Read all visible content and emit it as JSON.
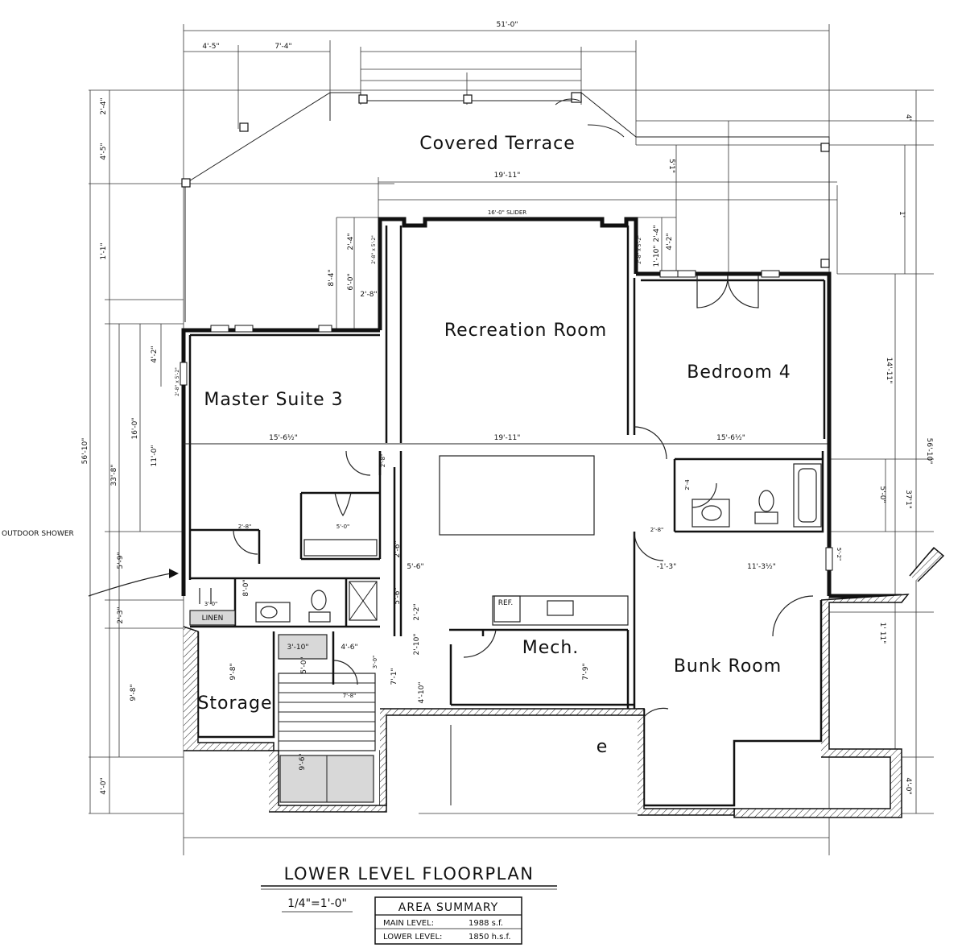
{
  "rooms": {
    "covered_terrace": "Covered Terrace",
    "recreation_room": "Recreation Room",
    "bedroom_4": "Bedroom 4",
    "master_suite_3": "Master Suite 3",
    "mech": "Mech.",
    "bunk_room": "Bunk Room",
    "storage": "Storage",
    "linen": "LINEN",
    "ref": "REF.",
    "outdoor_shower": "OUTDOOR SHOWER",
    "slider": "16'-0\" SLIDER",
    "mark_e": "e"
  },
  "dimensions": {
    "overall_width": "51'-0\"",
    "top_a": "4'-5\"",
    "top_b": "7'-4\"",
    "span_19_11_top": "19'-11\"",
    "span_19_11_mid": "19'-11\"",
    "span_15_6_left": "15'-6½\"",
    "span_15_6_right": "15'-6½\"",
    "overall_depth_left": "56'-10\"",
    "overall_depth_right": "56'-10\"",
    "left_2_4": "2'-4\"",
    "left_4_5": "4'-5\"",
    "left_1_1": "1'-1\"",
    "left_33_8": "33'-8\"",
    "left_16_0": "16'-0\"",
    "left_11_0": "11'-0\"",
    "left_4_2": "4'-2\"",
    "left_5_9": "5'-9\"",
    "left_2_3": "2'-3\"",
    "left_9_8": "9'-8\"",
    "left_4_0": "4'-0\"",
    "right_4": "4'",
    "right_5_1": "5'1\"",
    "right_1": "1'",
    "right_14_11": "14'-11\"",
    "right_5_0": "5'-0\"",
    "right_37_1": "37'1\"",
    "right_1_11": "1' 11\"",
    "right_4_0": "4'-0\"",
    "win_2_4a": "2'-4\"",
    "win_2_4b": "2'-4\"",
    "win_8_4": "8'-4\"",
    "win_6_0": "6'-0\"",
    "win_2_8": "2'-8\"",
    "win_1_10": "1'-10\"",
    "win_4_2": "4'-2\"",
    "win_label_left": "2'-8\" x 5'-2\"",
    "win_label_right": "2'-8\" x 5'-2\"",
    "win_label_master": "2'-8\" x 5'-2\"",
    "d_2_8a": "2'-8\"",
    "d_5_0a": "5'-0\"",
    "d_2_6": "2'-6\"",
    "d_5_6a": "5'-6\"",
    "d_5_6b": "5'-6\"",
    "d_2_2": "2'-2\"",
    "d_2_10": "2'-10\"",
    "d_4_10": "4'-10\"",
    "d_7_1": "7'-1\"",
    "d_8_0": "8'-0\"",
    "d_3_0": "3'-0\"",
    "d_3_10": "3'-10\"",
    "d_4_6": "4'-6\"",
    "d_5_0b": "5'-0\"",
    "d_9_8": "9'-8\"",
    "d_7_8": "7'-8\"",
    "d_9_6": "9'-6\"",
    "d_3_0b": "3'-0\"",
    "d_7_9": "7'-9\"",
    "d_2_8b": "2'-8\"",
    "d_2_4": "2'-4",
    "d_1_3": "-1'-3\"",
    "d_11_3": "11'-3½\"",
    "d_5_2": "5'-2\"",
    "d_2_8c": "2'-8\""
  },
  "title": {
    "main": "LOWER LEVEL FLOORPLAN",
    "scale": "1/4\"=1'-0\""
  },
  "area_summary": {
    "heading": "AREA SUMMARY",
    "rows": [
      {
        "label": "MAIN LEVEL:",
        "value": "1988 s.f."
      },
      {
        "label": "LOWER LEVEL:",
        "value": "1850 h.s.f."
      }
    ]
  }
}
